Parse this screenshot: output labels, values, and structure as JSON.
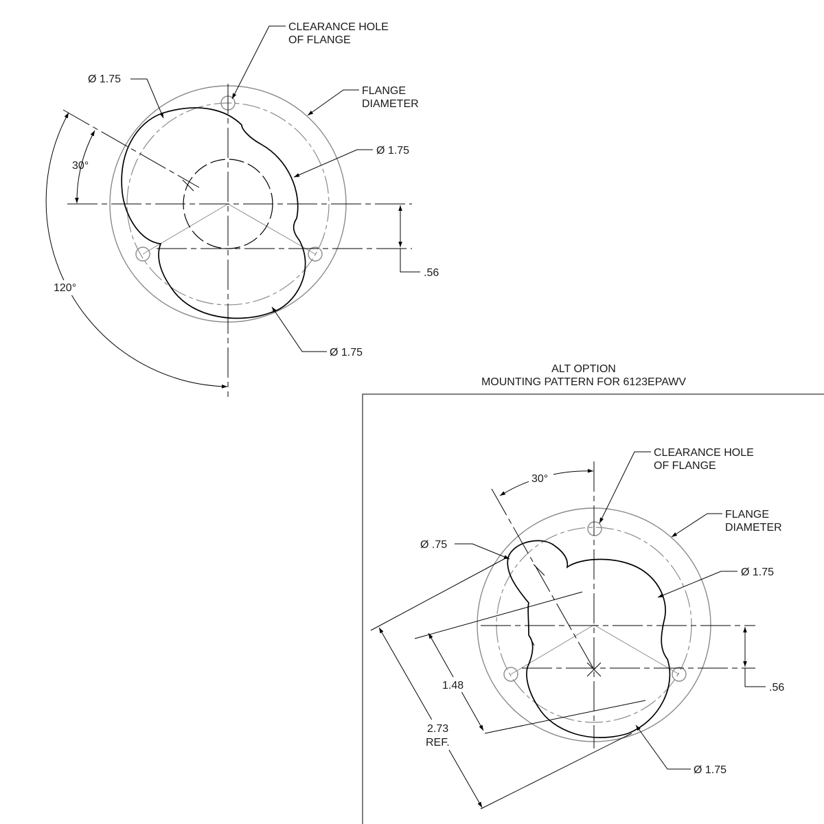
{
  "view_1": {
    "callout_clearance_hole": [
      "CLEARANCE HOLE",
      "OF FLANGE"
    ],
    "callout_flange_diameter": [
      "FLANGE",
      "DIAMETER"
    ],
    "dia_upper_left": "Ø 1.75",
    "dia_right": "Ø 1.75",
    "dia_bottom": "Ø 1.75",
    "angle_small": "30°",
    "angle_large": "120°",
    "dim_offset": ".56"
  },
  "view_2": {
    "title_line1": "ALT OPTION",
    "title_line2": "MOUNTING PATTERN FOR 6123EPAWV",
    "callout_clearance_hole": [
      "CLEARANCE HOLE",
      "OF FLANGE"
    ],
    "callout_flange_diameter": [
      "FLANGE",
      "DIAMETER"
    ],
    "dia_small": "Ø .75",
    "dia_right": "Ø 1.75",
    "dia_bottom": "Ø 1.75",
    "angle": "30°",
    "dim_offset": ".56",
    "dim_inner": "1.48",
    "dim_outer_line1": "2.73",
    "dim_outer_line2": "REF."
  }
}
